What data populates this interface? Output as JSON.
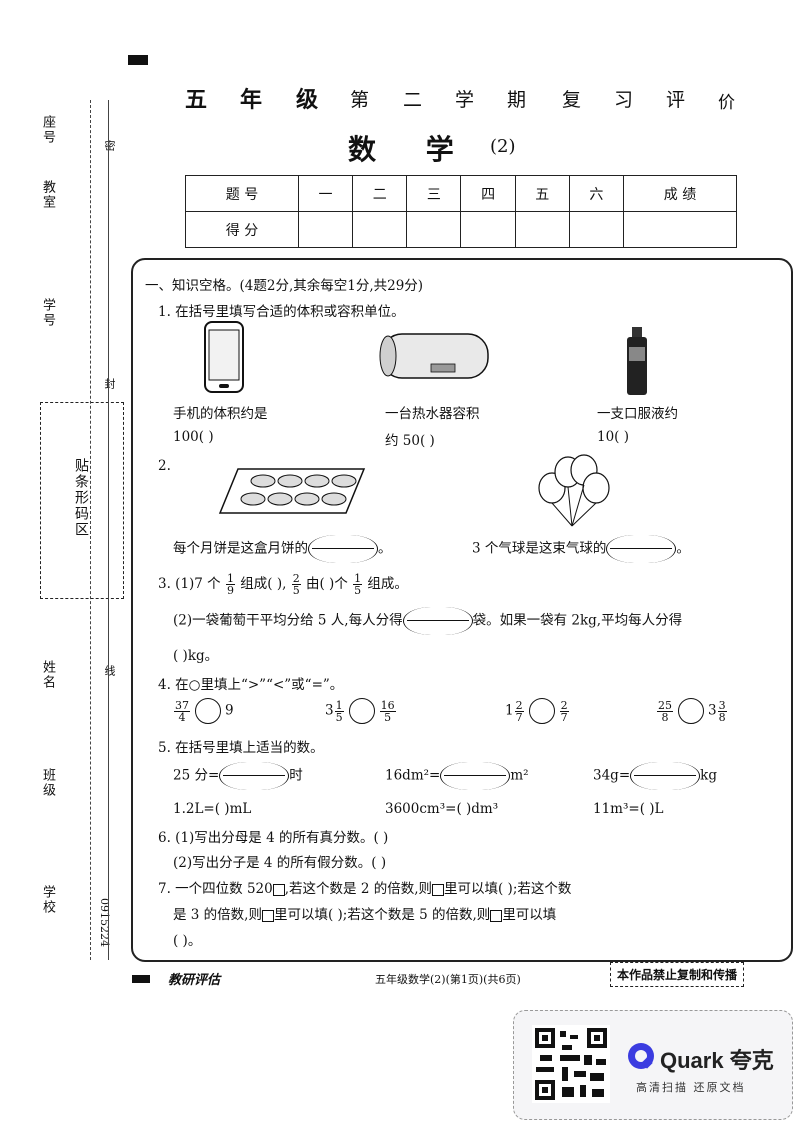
{
  "header": {
    "title_chars": [
      "五",
      "年",
      "级",
      "第",
      "二",
      "学",
      "期",
      "复",
      "习",
      "评",
      "价"
    ],
    "subject": "数  学",
    "volume": "(2)"
  },
  "score_table": {
    "row1": [
      "题 号",
      "一",
      "二",
      "三",
      "四",
      "五",
      "六",
      "成 绩"
    ],
    "row2_label": "得 分"
  },
  "binding": {
    "seat": "座号",
    "room": "教室",
    "student_no": "学号",
    "barcode": "贴条形码区",
    "name": "姓名",
    "class": "班级",
    "school": "学校",
    "code": "0915224",
    "mi": "密",
    "feng": "封",
    "xian": "线"
  },
  "section1": {
    "heading": "一、知识空格。(4题2分,其余每空1分,共29分)",
    "q1": "1. 在括号里填写合适的体积或容积单位。",
    "q1a_line1": "手机的体积约是",
    "q1a_line2": "100(          )",
    "q1b_line1": "一台热水器容积",
    "q1b_line2": "约 50(          )",
    "q1c_line1": "一支口服液约",
    "q1c_line2": "10(          )",
    "q2": "2.",
    "q2a_pre": "每个月饼是这盒月饼的",
    "q2a_post": "。",
    "q2b_pre": "3 个气球是这束气球的",
    "q2b_post": "。",
    "q3_1a": "3. (1)7 个",
    "q3_1b": "组成(          ),",
    "q3_1c": "由(          )个",
    "q3_1d": "组成。",
    "q3_2a": "(2)一袋葡萄干平均分给 5 人,每人分得",
    "q3_2b": "袋。如果一袋有 2kg,平均每人分得",
    "q3_2c": "(          )kg。",
    "q4": "4. 在○里填上“>”“<”或“=”。",
    "q4_items": [
      "9",
      "3",
      "1",
      "3"
    ],
    "q5": "5. 在括号里填上适当的数。",
    "q5a": "25 分=",
    "q5a_unit": "时",
    "q5b": "16dm²=",
    "q5b_unit": "m²",
    "q5c": "34g=",
    "q5c_unit": "kg",
    "q5d": "1.2L=(          )mL",
    "q5e": "3600cm³=(          )dm³",
    "q5f": "11m³=(          )L",
    "q6_1": "6. (1)写出分母是 4 的所有真分数。(                                        )",
    "q6_2": "(2)写出分子是 4 的所有假分数。(                                        )",
    "q7_1": "7. 一个四位数 520",
    "q7_1b": ",若这个数是 2 的倍数,则",
    "q7_1c": "里可以填(                    );若这个数",
    "q7_2": "是 3 的倍数,则",
    "q7_2b": "里可以填(                    );若这个数是 5 的倍数,则",
    "q7_2c": "里可以填",
    "q7_3": "(                    )。"
  },
  "fractions": {
    "f1": {
      "n": "1",
      "d": "9"
    },
    "f2": {
      "n": "2",
      "d": "5"
    },
    "f3": {
      "n": "1",
      "d": "5"
    },
    "c1": {
      "n": "37",
      "d": "4"
    },
    "c2w": "3",
    "c2": {
      "n": "1",
      "d": "5"
    },
    "c2r": {
      "n": "16",
      "d": "5"
    },
    "c3w": "1",
    "c3": {
      "n": "2",
      "d": "7"
    },
    "c3r": {
      "n": "2",
      "d": "7"
    },
    "c4": {
      "n": "25",
      "d": "8"
    },
    "c4rw": "3",
    "c4r": {
      "n": "3",
      "d": "8"
    }
  },
  "footer": {
    "brand": "教研评估",
    "page": "五年级数学(2)(第1页)(共6页)",
    "notice": "本作品禁止复制和传播"
  },
  "watermark": {
    "brand": "Quark 夸克",
    "tagline": "高清扫描  还原文档"
  }
}
